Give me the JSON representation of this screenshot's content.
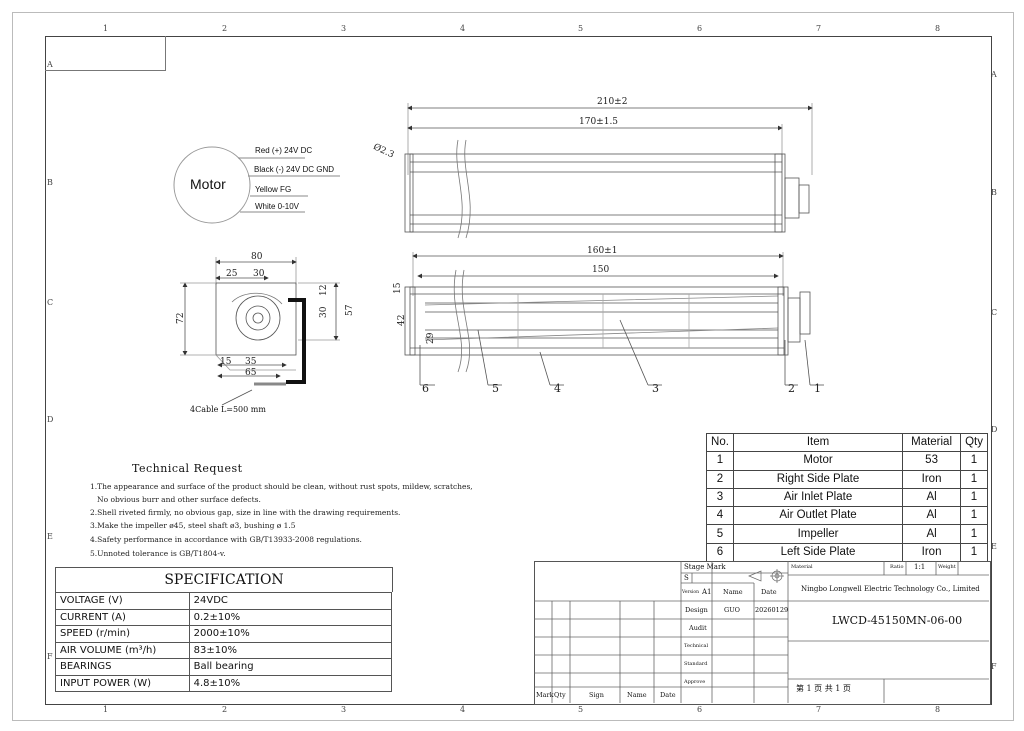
{
  "zones": {
    "cols": [
      "1",
      "2",
      "3",
      "4",
      "5",
      "6",
      "7",
      "8"
    ],
    "rows": [
      "A",
      "B",
      "C",
      "D",
      "E",
      "F"
    ]
  },
  "motor": {
    "label": "Motor",
    "wires": [
      "Red (+) 24V DC",
      "Black (-) 24V DC GND",
      "Yellow FG",
      "White 0-10V"
    ]
  },
  "dims": {
    "side": [
      "80",
      "25",
      "30",
      "12",
      "30",
      "57",
      "72",
      "15",
      "35",
      "65"
    ],
    "cable": "4Cable L=500 mm",
    "top": [
      "210±2",
      "170±1.5",
      "Ø2.3"
    ],
    "front": [
      "160±1",
      "150",
      "15",
      "42",
      "29"
    ],
    "balloons": [
      "6",
      "5",
      "4",
      "3",
      "2",
      "1"
    ]
  },
  "bom": {
    "headers": [
      "No.",
      "Item",
      "Material",
      "Qty"
    ],
    "rows": [
      [
        "1",
        "Motor",
        "53",
        "1"
      ],
      [
        "2",
        "Right Side Plate",
        "Iron",
        "1"
      ],
      [
        "3",
        "Air Inlet Plate",
        "Al",
        "1"
      ],
      [
        "4",
        "Air Outlet Plate",
        "Al",
        "1"
      ],
      [
        "5",
        "Impeller",
        "Al",
        "1"
      ],
      [
        "6",
        "Left Side Plate",
        "Iron",
        "1"
      ]
    ]
  },
  "tech": {
    "title": "Technical Request",
    "lines": [
      "1.The appearance and surface of the product should be clean, without rust spots, mildew, scratches,",
      "No obvious burr and other surface defects.",
      "2.Shell riveted firmly, no obvious gap, size in line with the drawing requirements.",
      "3.Make the impeller ø45, steel shaft ø3, bushing ø 1.5",
      "4.Safety performance in accordance with GB/T13933-2008 regulations.",
      "5.Unnoted tolerance is GB/T1804-v."
    ]
  },
  "spec": {
    "title": "SPECIFICATION",
    "rows": [
      [
        "VOLTAGE (V)",
        "24VDC"
      ],
      [
        "CURRENT (A)",
        "0.2±10%"
      ],
      [
        "SPEED (r/min)",
        "2000±10%"
      ],
      [
        "AIR VOLUME (m³/h)",
        "83±10%"
      ],
      [
        "BEARINGS",
        "Ball bearing"
      ],
      [
        "INPUT POWER (W)",
        "4.8±10%"
      ]
    ]
  },
  "titleblock": {
    "stage_mark": "Stage Mark",
    "s": "S",
    "version_label": "Version",
    "version": "A1",
    "name_label": "Name",
    "date_label": "Date",
    "design_label": "Design",
    "designer": "GUO",
    "date": "20260129",
    "audit_label": "Audit",
    "technical_label": "Technical",
    "standard_label": "Standard",
    "approve_label": "Approve",
    "material_label": "Material",
    "ratio_label": "Ratio",
    "ratio": "1:1",
    "weight_label": "Weight",
    "company": "Ningbo Longwell Electric Technology Co., Limited",
    "part_no": "LWCD-45150MN-06-00",
    "sheet": "第 1 页  共 1 页",
    "bottom_labels": [
      "Mark",
      "Qty",
      "Sign",
      "Name",
      "Date"
    ]
  }
}
